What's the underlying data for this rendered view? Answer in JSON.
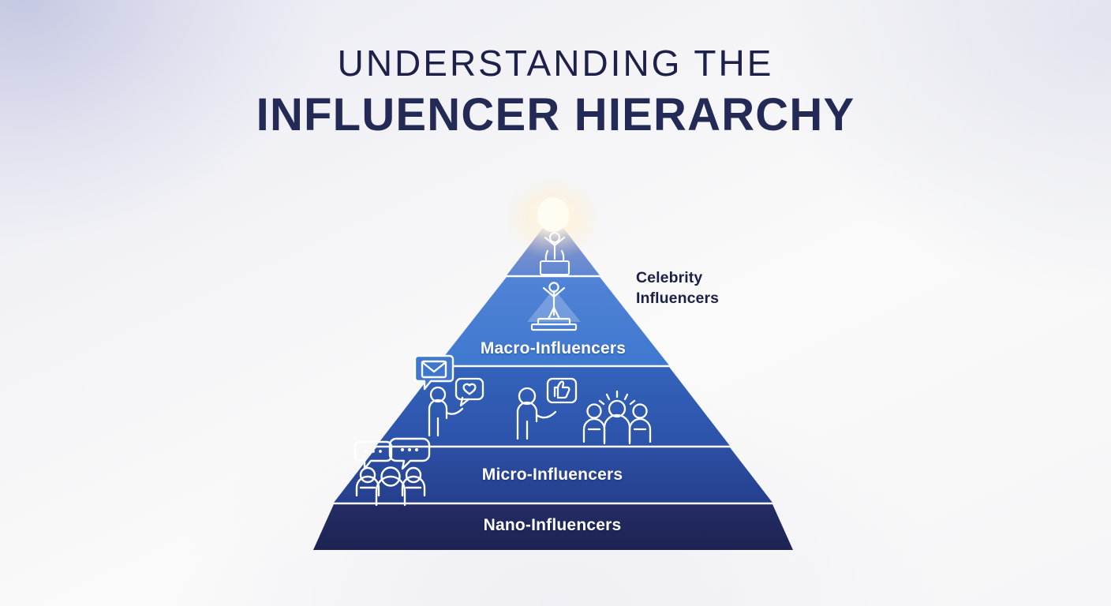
{
  "title": {
    "line1": "Understanding the",
    "line2": "Influencer Hierarchy"
  },
  "colors": {
    "title_light": "#1d2149",
    "title_bold": "#232a56",
    "tier_celebrity_top": "#8e9ac9",
    "tier_celebrity_bottom": "#4a7fd4",
    "tier_macro": "#3d78d0",
    "tier_macro_dark": "#3161ba",
    "tier_engagement": "#3360b4",
    "tier_micro": "#2b4a9e",
    "tier_nano": "#20285e",
    "divider": "#ffffff",
    "icon_stroke": "#ffffff",
    "background": "#f6f6f8"
  },
  "pyramid": {
    "tiers": [
      {
        "id": "celebrity",
        "label": "",
        "callout": "Celebrity Influencers",
        "callout_line1": "Celebrity",
        "callout_line2": "Influencers",
        "icons": [
          "person-on-podium-icon"
        ]
      },
      {
        "id": "macro",
        "label": "Macro-Influencers",
        "callout": "",
        "icons": [
          "person-celebrating-on-pedestal-icon"
        ]
      },
      {
        "id": "engagement",
        "label": "",
        "callout": "",
        "icons": [
          "envelope-message-icon",
          "person-with-heart-bubble-icon",
          "person-with-thumbs-up-icon",
          "group-of-people-icon"
        ]
      },
      {
        "id": "micro",
        "label": "Micro-Influencers",
        "callout": "",
        "icons": [
          "group-with-chat-bubbles-icon"
        ]
      },
      {
        "id": "nano",
        "label": "Nano-Influencers",
        "callout": "",
        "icons": []
      }
    ]
  }
}
